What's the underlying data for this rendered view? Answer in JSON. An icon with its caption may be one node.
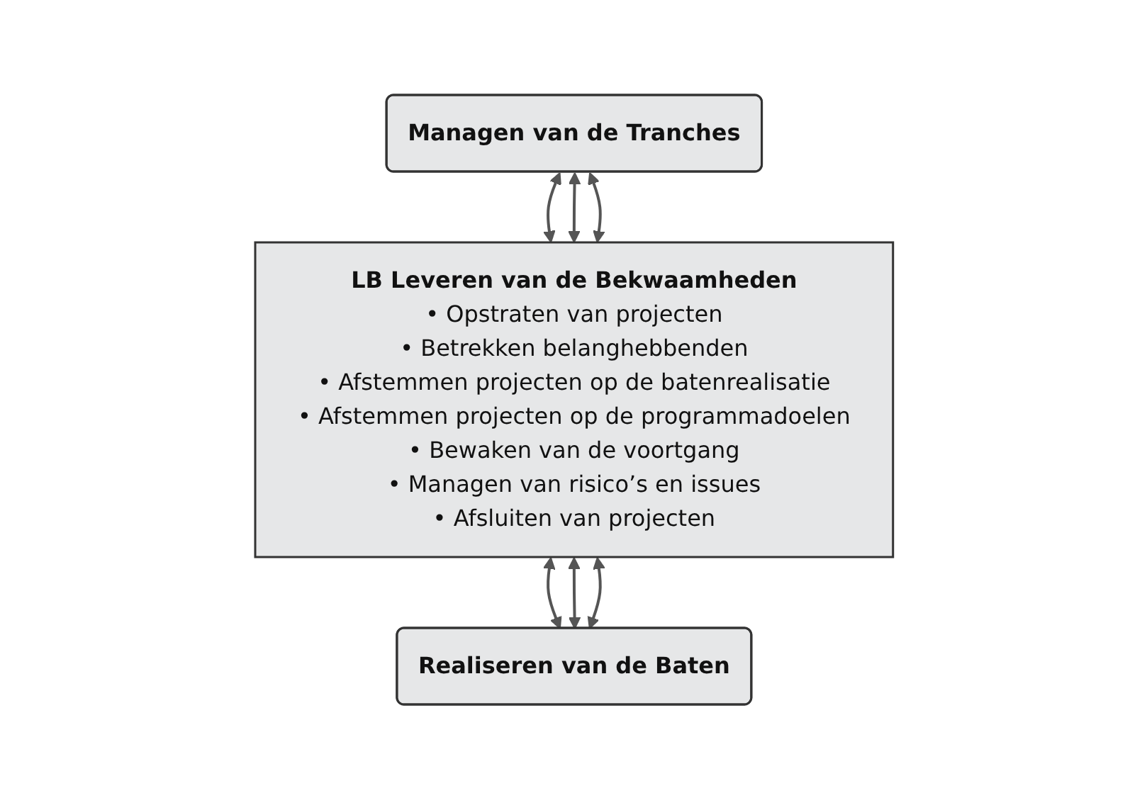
{
  "diagram": {
    "nodes": [
      {
        "text": [
          "Managen van de Tranches"
        ]
      },
      {
        "text": [
          "LB Leveren van de Bekwaamheden",
          "• Opstraten van projecten",
          "• Betrekken belanghebbenden",
          "• Afstemmen projecten op de batenrealisatie",
          "• Afstemmen projecten op de programmadoelen",
          "• Bewaken van de voortgang",
          "• Managen van risico’s en issues",
          "• Afsluiten van projecten"
        ]
      },
      {
        "text": [
          "Realiseren van de Baten"
        ]
      }
    ],
    "edges": [
      {
        "from": 0,
        "to": 1,
        "arrow": "both"
      },
      {
        "from": 0,
        "to": 1,
        "arrow": "both"
      },
      {
        "from": 0,
        "to": 1,
        "arrow": "both"
      },
      {
        "from": 1,
        "to": 2,
        "arrow": "both"
      },
      {
        "from": 1,
        "to": 2,
        "arrow": "both"
      },
      {
        "from": 1,
        "to": 2,
        "arrow": "both"
      }
    ]
  }
}
